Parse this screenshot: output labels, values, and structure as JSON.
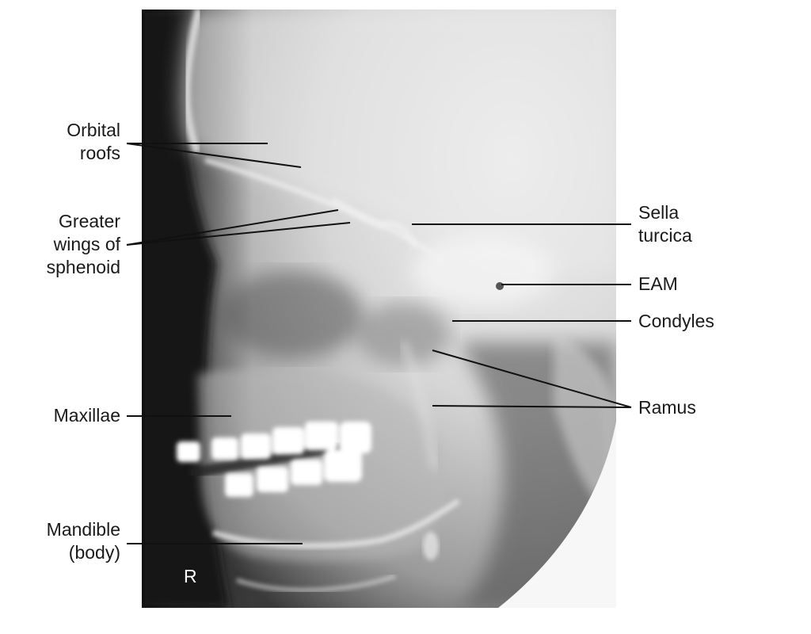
{
  "labels_left": {
    "orbital_roofs": "Orbital\nroofs",
    "greater_wings": "Greater\nwings of\nsphenoid",
    "maxillae": "Maxillae",
    "mandible": "Mandible\n(body)"
  },
  "labels_right": {
    "sella_turcica": "Sella\nturcica",
    "eam": "EAM",
    "condyles": "Condyles",
    "ramus": "Ramus"
  },
  "side_marker": "R",
  "colors": {
    "label_text": "#1a1a1a",
    "leader_line": "#111111",
    "caption": "#1f4f8f"
  }
}
